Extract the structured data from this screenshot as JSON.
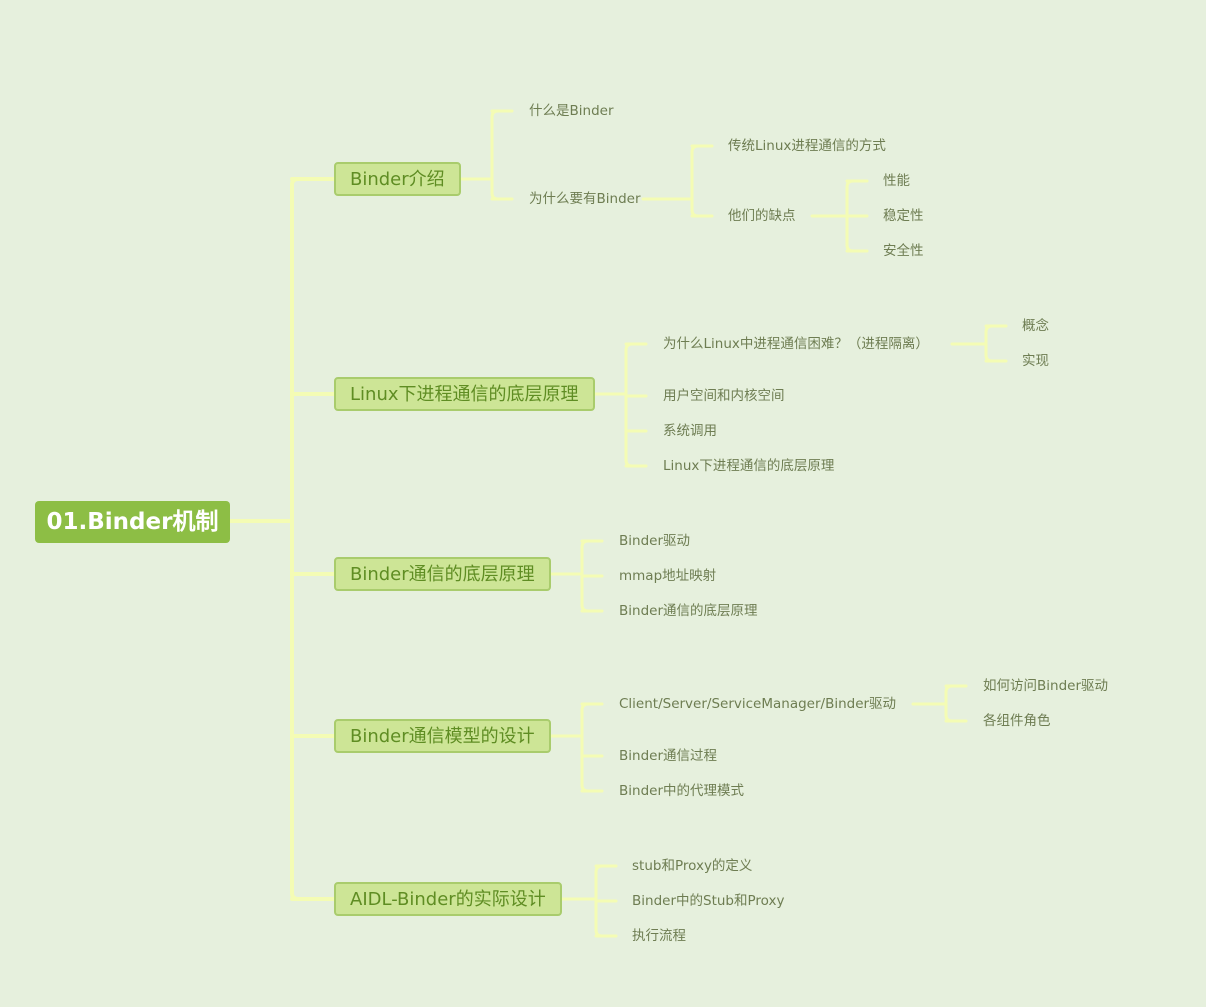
{
  "root": "01.Binder机制",
  "branches": [
    {
      "label": "Binder介绍",
      "children": [
        {
          "label": "什么是Binder"
        },
        {
          "label": "为什么要有Binder",
          "children": [
            {
              "label": "传统Linux进程通信的方式"
            },
            {
              "label": "他们的缺点",
              "children": [
                {
                  "label": "性能"
                },
                {
                  "label": "稳定性"
                },
                {
                  "label": "安全性"
                }
              ]
            }
          ]
        }
      ]
    },
    {
      "label": "Linux下进程通信的底层原理",
      "children": [
        {
          "label": "为什么Linux中进程通信困难？（进程隔离）",
          "children": [
            {
              "label": "概念"
            },
            {
              "label": "实现"
            }
          ]
        },
        {
          "label": "用户空间和内核空间"
        },
        {
          "label": "系统调用"
        },
        {
          "label": "Linux下进程通信的底层原理"
        }
      ]
    },
    {
      "label": "Binder通信的底层原理",
      "children": [
        {
          "label": "Binder驱动"
        },
        {
          "label": "mmap地址映射"
        },
        {
          "label": "Binder通信的底层原理"
        }
      ]
    },
    {
      "label": "Binder通信模型的设计",
      "children": [
        {
          "label": "Client/Server/ServiceManager/Binder驱动",
          "children": [
            {
              "label": "如何访问Binder驱动"
            },
            {
              "label": "各组件角色"
            }
          ]
        },
        {
          "label": "Binder通信过程"
        },
        {
          "label": "Binder中的代理模式"
        }
      ]
    },
    {
      "label": "AIDL-Binder的实际设计",
      "children": [
        {
          "label": "stub和Proxy的定义"
        },
        {
          "label": "Binder中的Stub和Proxy"
        },
        {
          "label": "执行流程"
        }
      ]
    }
  ],
  "colors": {
    "background": "#e6f0dd",
    "root_fill": "#8dbe45",
    "branch_fill": "#cde596",
    "branch_border": "#a9cc6c",
    "branch_text": "#5f8d23",
    "leaf_text": "#6e7d52",
    "connector": "#f4fcb4"
  }
}
